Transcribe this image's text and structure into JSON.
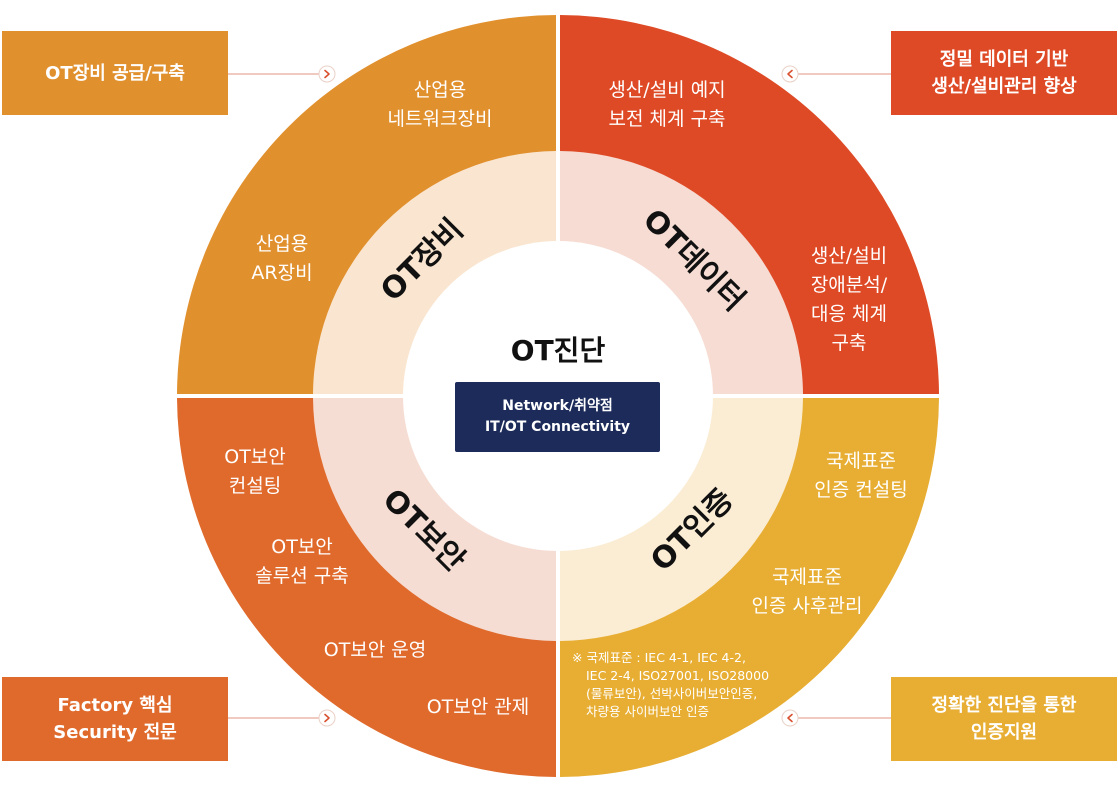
{
  "colors": {
    "tl": "#e1902e",
    "tr": "#df4a26",
    "bl": "#e06a2c",
    "br": "#e7ae33",
    "tl_inner": "#fae6d0",
    "tr_inner": "#f6dcd2",
    "bl_inner": "#f6ddd3",
    "br_inner": "#fbecd4",
    "center_box": "#1c2b5a",
    "connector_line": "#e6aa9a"
  },
  "corners": {
    "tl": {
      "lines": [
        "OT장비 공급/구축"
      ]
    },
    "tr": {
      "lines": [
        "정밀 데이터 기반",
        "생산/설비관리 향상"
      ]
    },
    "bl": {
      "lines": [
        "Factory 핵심",
        "Security 전문"
      ]
    },
    "br": {
      "lines": [
        "정확한 진단을 통한",
        "인증지원"
      ]
    }
  },
  "center": {
    "title": "OT진단",
    "box_lines": [
      "Network/취약점",
      "IT/OT Connectivity"
    ]
  },
  "quadrants": {
    "tl": {
      "ring_label": "OT장비",
      "items": [
        {
          "lines": [
            "산업용",
            "네트워크장비"
          ]
        },
        {
          "lines": [
            "산업용",
            "AR장비"
          ]
        }
      ]
    },
    "tr": {
      "ring_label": "OT데이터",
      "items": [
        {
          "lines": [
            "생산/설비 예지",
            "보전 체계 구축"
          ]
        },
        {
          "lines": [
            "생산/설비",
            "장애분석/",
            "대응 체계",
            "구축"
          ]
        }
      ]
    },
    "bl": {
      "ring_label": "OT보안",
      "items": [
        {
          "lines": [
            "OT보안",
            "컨설팅"
          ]
        },
        {
          "lines": [
            "OT보안",
            "솔루션 구축"
          ]
        },
        {
          "lines": [
            "OT보안 운영"
          ]
        },
        {
          "lines": [
            "OT보안 관제"
          ]
        }
      ]
    },
    "br": {
      "ring_label": "OT인증",
      "items": [
        {
          "lines": [
            "국제표준",
            "인증 컨설팅"
          ]
        },
        {
          "lines": [
            "국제표준",
            "인증 사후관리"
          ]
        }
      ],
      "footnote": [
        "※ 국제표준 : IEC 4-1, IEC 4-2,",
        "IEC 2-4, ISO27001, ISO28000",
        "(물류보안), 선박사이버보안인증,",
        "차량용 사이버보안 인증"
      ]
    }
  }
}
